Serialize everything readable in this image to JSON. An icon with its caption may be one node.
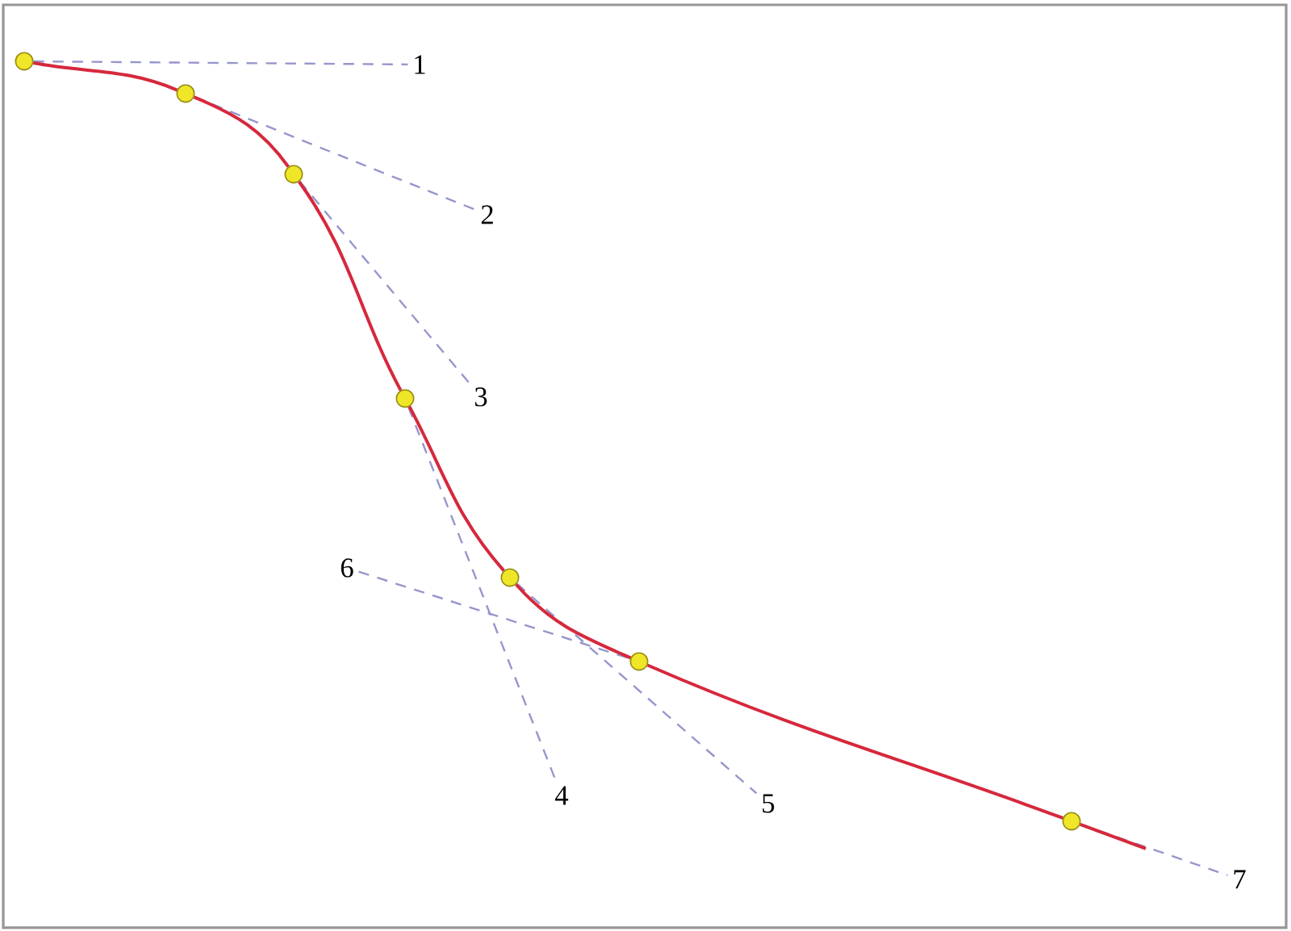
{
  "diagram": {
    "nodes": [
      {
        "text": [],
        "shape": "circle"
      },
      {
        "text": [],
        "shape": "circle"
      },
      {
        "text": [],
        "shape": "circle"
      },
      {
        "text": [],
        "shape": "circle"
      },
      {
        "text": [],
        "shape": "circle"
      },
      {
        "text": [],
        "shape": "circle"
      },
      {
        "text": [],
        "shape": "circle"
      },
      {
        "text": [
          "1"
        ]
      },
      {
        "text": [
          "2"
        ]
      },
      {
        "text": [
          "3"
        ]
      },
      {
        "text": [
          "4"
        ]
      },
      {
        "text": [
          "5"
        ]
      },
      {
        "text": [
          "6"
        ]
      },
      {
        "text": [
          "7"
        ]
      }
    ],
    "edges": [
      {
        "from": 0,
        "to": 7,
        "arrow": "none",
        "style": "dashed"
      },
      {
        "from": 1,
        "to": 8,
        "arrow": "none",
        "style": "dashed"
      },
      {
        "from": 2,
        "to": 9,
        "arrow": "none",
        "style": "dashed"
      },
      {
        "from": 3,
        "to": 10,
        "arrow": "none",
        "style": "dashed"
      },
      {
        "from": 4,
        "to": 11,
        "arrow": "none",
        "style": "dashed"
      },
      {
        "from": 12,
        "to": 5,
        "arrow": "none",
        "style": "dashed"
      },
      {
        "from": 6,
        "to": 13,
        "arrow": "none",
        "style": "dashed"
      },
      {
        "from": 0,
        "to": 1,
        "arrow": "none",
        "color": "#d6283c"
      },
      {
        "from": 1,
        "to": 2,
        "arrow": "none",
        "color": "#d6283c"
      },
      {
        "from": 2,
        "to": 3,
        "arrow": "none",
        "color": "#d6283c"
      },
      {
        "from": 3,
        "to": 4,
        "arrow": "none",
        "color": "#d6283c"
      },
      {
        "from": 4,
        "to": 5,
        "arrow": "none",
        "color": "#d6283c"
      },
      {
        "from": 5,
        "to": 6,
        "arrow": "none",
        "color": "#d6283c"
      },
      {
        "from": 6,
        "to": null,
        "arrow": "none",
        "color": "#d6283c"
      }
    ]
  }
}
